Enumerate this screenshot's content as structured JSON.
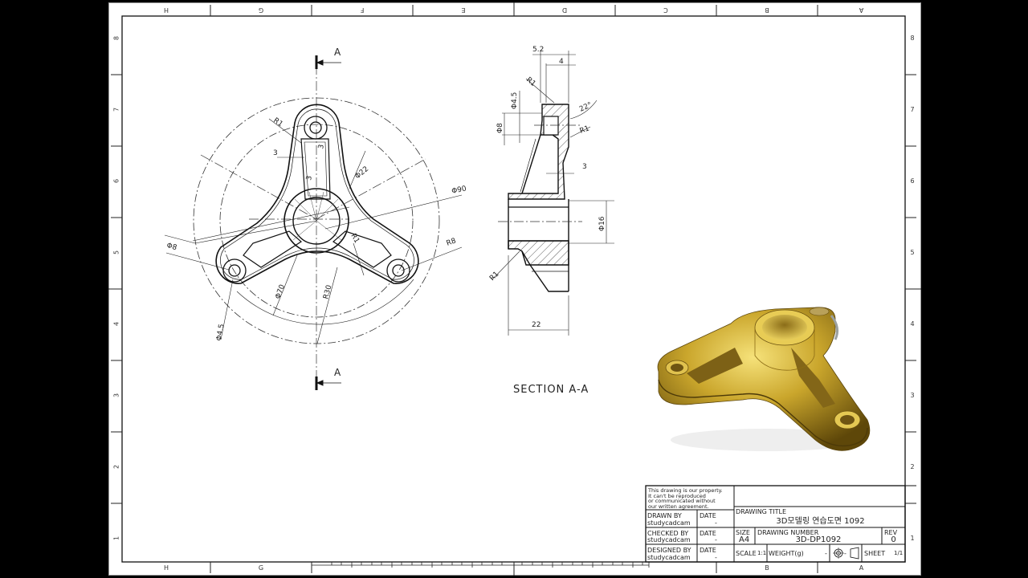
{
  "sheet": {
    "zones_columns": [
      "H",
      "G",
      "F",
      "E",
      "D",
      "C",
      "B",
      "A"
    ],
    "zones_rows": [
      "8",
      "7",
      "6",
      "5",
      "4",
      "3",
      "2",
      "1"
    ]
  },
  "views": {
    "front_view": {
      "section_marker": "A",
      "dimensions": {
        "r_fillet_top": "R1",
        "rib_width": "3",
        "web_3a": "3",
        "web_3b": "3",
        "hub_dia": "Φ22",
        "pcd_outer": "Φ90",
        "hole_cbore": "Φ8",
        "arm_radius": "R8",
        "fillet_r1": "R1",
        "pcd_inner": "Φ70",
        "arm_blend": "R30",
        "hole_thru": "Φ4.5"
      }
    },
    "section_view": {
      "title": "SECTION A-A",
      "dimensions": {
        "d_5_2": "5.2",
        "d_4": "4",
        "r1_top": "R1",
        "dia_4_5": "Φ4.5",
        "angle": "22°",
        "dia_8": "Φ8",
        "r1_mid": "R1",
        "wall_3": "3",
        "bore_16": "Φ16",
        "r1_bottom": "R1",
        "height_22": "22"
      }
    },
    "render": {
      "label": "3D rendered part (gold)",
      "colors": {
        "gold_light": "#f2dc6a",
        "gold_mid": "#c9a52a",
        "gold_dark": "#6d5410"
      }
    }
  },
  "title_block": {
    "notice": [
      "This drawing is our property.",
      "It can't be reproduced",
      "or communicated without",
      "our written agreement."
    ],
    "drawn_by_label": "DRAWN BY",
    "drawn_by": "studycadcam",
    "checked_by_label": "CHECKED BY",
    "checked_by": "studycadcam",
    "designed_by_label": "DESIGNED BY",
    "designed_by": "studycadcam",
    "date_label": "DATE",
    "date_value": "-",
    "drawing_title_label": "DRAWING TITLE",
    "drawing_title": "3D모델링 연습도면 1092",
    "size_label": "SIZE",
    "size": "A4",
    "drawing_number_label": "DRAWING NUMBER",
    "drawing_number": "3D-DP1092",
    "rev_label": "REV",
    "rev": "0",
    "scale_label": "SCALE",
    "scale": "1:1",
    "weight_label": "WEIGHT(g)",
    "weight": "-",
    "projection_sep": "-",
    "sheet_label": "SHEET",
    "sheet": "1/1"
  }
}
